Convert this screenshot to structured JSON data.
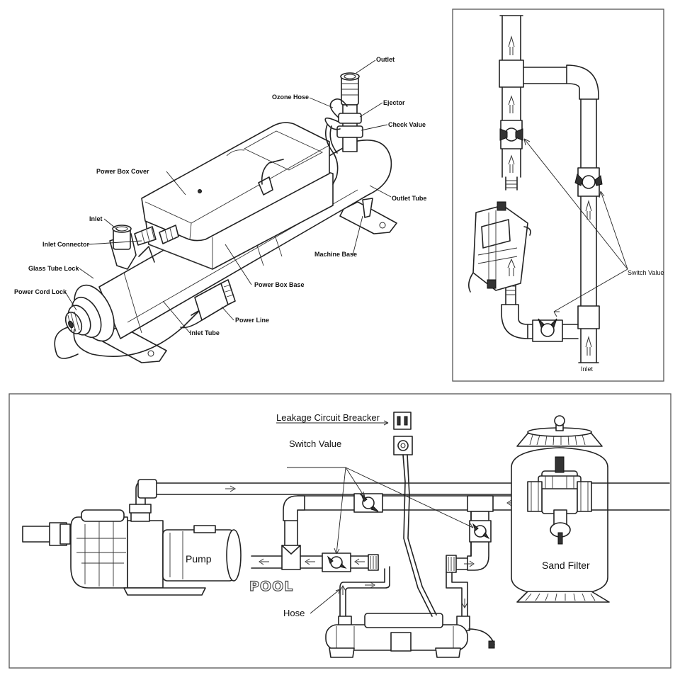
{
  "exploded_view": {
    "labels": {
      "outlet": "Outlet",
      "ozone_hose": "Ozone Hose",
      "ejector": "Ejector",
      "check_value": "Check Value",
      "power_box_cover": "Power Box Cover",
      "outlet_tube": "Outlet Tube",
      "inlet": "Inlet",
      "inlet_connector": "Inlet Connector",
      "machine_base": "Machine Base",
      "glass_tube_lock": "Glass Tube Lock",
      "power_box_base": "Power Box Base",
      "power_cord_lock": "Power Cord Lock",
      "power_line": "Power Line",
      "inlet_tube": "Inlet Tube"
    }
  },
  "bypass_view": {
    "labels": {
      "switch_value": "Switch Value",
      "inlet": "Inlet"
    }
  },
  "installation_view": {
    "labels": {
      "leakage_circuit_breaker": "Leakage Circuit Breacker",
      "switch_value": "Switch Value",
      "pump": "Pump",
      "pool": "POOL",
      "sand_filter": "Sand Filter",
      "hose": "Hose"
    }
  }
}
